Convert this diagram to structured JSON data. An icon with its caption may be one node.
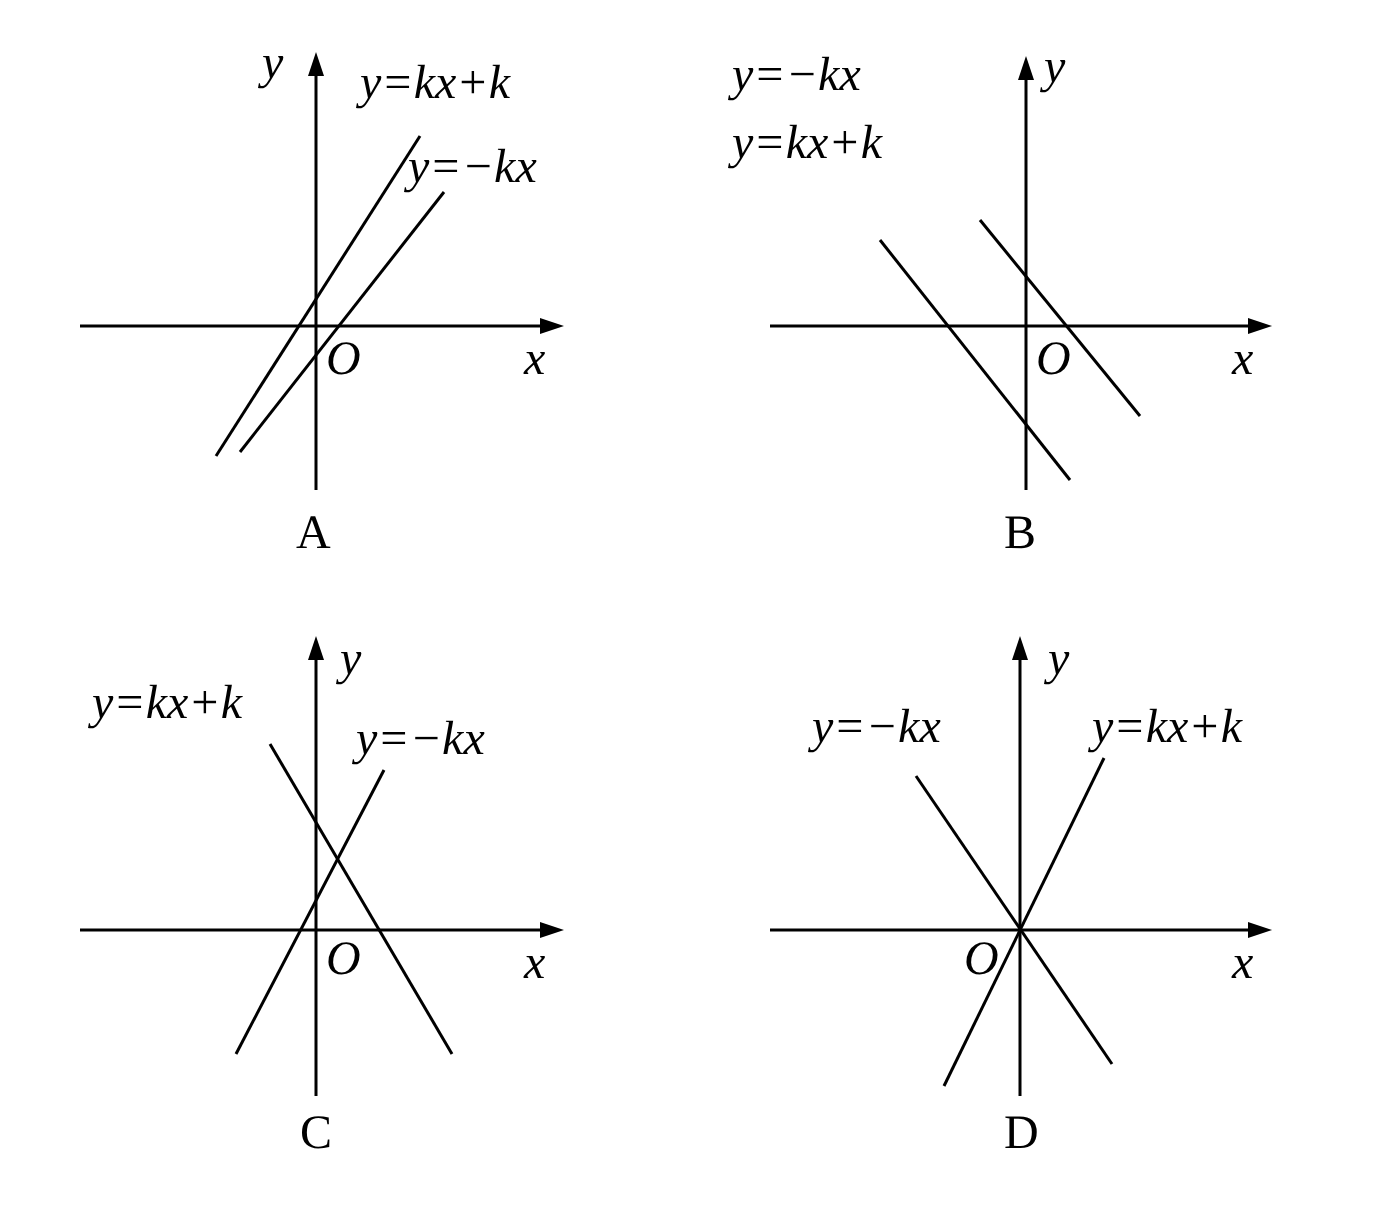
{
  "diagram": {
    "labels": [
      "y",
      "y=kx+k",
      "y=−kx",
      "O",
      "x",
      "A",
      "y=−kx",
      "y",
      "y=kx+k",
      "O",
      "x",
      "B",
      "y",
      "y=kx+k",
      "y=−kx",
      "O",
      "x",
      "C",
      "y=−kx",
      "y",
      "y=kx+k",
      "O",
      "x",
      "D"
    ]
  }
}
